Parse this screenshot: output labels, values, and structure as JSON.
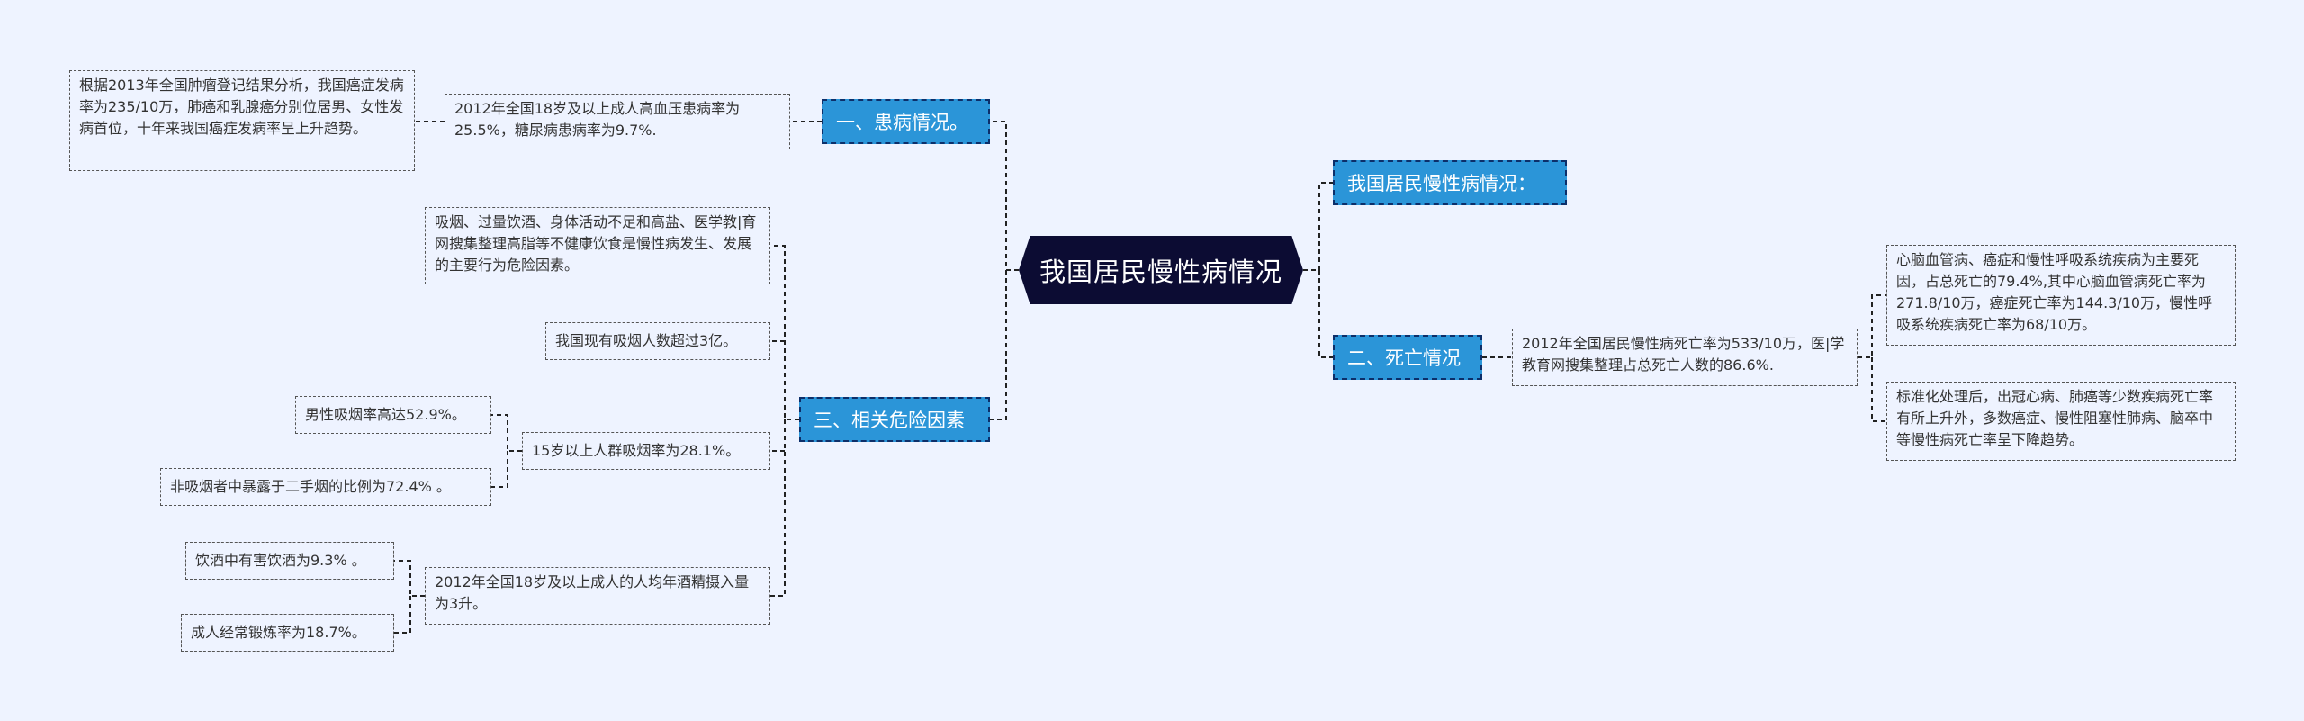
{
  "central": "我国居民慢性病情况",
  "branches": {
    "b1": "一、患病情况。",
    "b3": "三、相关危险因素",
    "r1": "我国居民慢性病情况：",
    "r2": "二、死亡情况"
  },
  "leaves": {
    "l_prevalence": "2012年全国18岁及以上成人高血压患病率为25.5%，糖尿病患病率为9.7%.",
    "l_cancer": "根据2013年全国肿瘤登记结果分析，我国癌症发病率为235/10万，肺癌和乳腺癌分别位居男、女性发病首位，十年来我国癌症发病率呈上升趋势。",
    "l_behaviors": "吸烟、过量饮酒、身体活动不足和高盐、医学教|育网搜集整理高脂等不健康饮食是慢性病发生、发展的主要行为危险因素。",
    "l_smokers": "我国现有吸烟人数超过3亿。",
    "l_smoking_rate": "15岁以上人群吸烟率为28.1%。",
    "l_male_smoking": "男性吸烟率高达52.9%。",
    "l_secondhand": "非吸烟者中暴露于二手烟的比例为72.4% 。",
    "l_alcohol": "2012年全国18岁及以上成人的人均年酒精摄入量为3升。",
    "l_harmful_drinking": "饮酒中有害饮酒为9.3% 。",
    "l_exercise": "成人经常锻炼率为18.7%。",
    "l_death_rate": "2012年全国居民慢性病死亡率为533/10万，医|学教育网搜集整理占总死亡人数的86.6%.",
    "l_cardio": "心脑血管病、癌症和慢性呼吸系统疾病为主要死因，占总死亡的79.4%,其中心脑血管病死亡率为271.8/10万，癌症死亡率为144.3/10万，慢性呼吸系统疾病死亡率为68/10万。",
    "l_standardized": "标准化处理后，出冠心病、肺癌等少数疾病死亡率有所上升外，多数癌症、慢性阻塞性肺病、脑卒中等慢性病死亡率呈下降趋势。"
  }
}
